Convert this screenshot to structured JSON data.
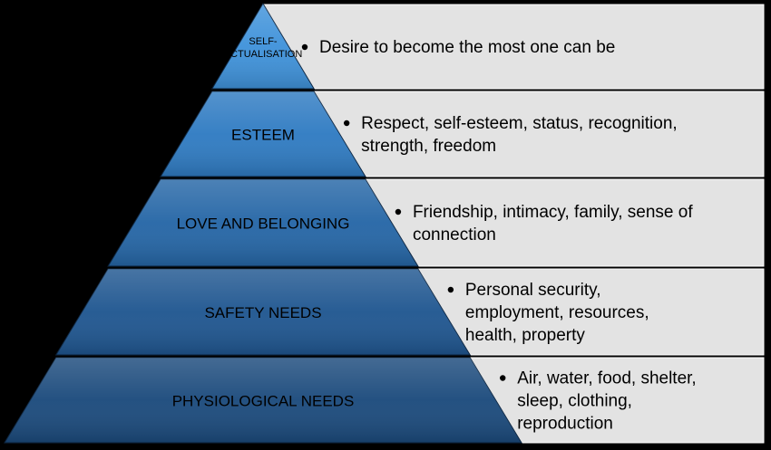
{
  "colors": {
    "background": "#000000",
    "panel_fill": "#e3e3e3",
    "pyramid_top": "#3c8fd8",
    "pyramid_bottom": "#163a63",
    "text": "#000000"
  },
  "tiers": [
    {
      "label_lines": [
        "SELF-",
        "ACTUALISATION"
      ],
      "description_lines": [
        "Desire to become the most one can be"
      ]
    },
    {
      "label_lines": [
        "ESTEEM"
      ],
      "description_lines": [
        "Respect, self-esteem, status, recognition,",
        "strength, freedom"
      ]
    },
    {
      "label_lines": [
        "LOVE AND BELONGING"
      ],
      "description_lines": [
        "Friendship, intimacy, family, sense of",
        "connection"
      ]
    },
    {
      "label_lines": [
        "SAFETY NEEDS"
      ],
      "description_lines": [
        "Personal security,",
        "employment, resources,",
        "health, property"
      ]
    },
    {
      "label_lines": [
        "PHYSIOLOGICAL NEEDS"
      ],
      "description_lines": [
        "Air, water, food, shelter,",
        "sleep, clothing,",
        "reproduction"
      ]
    }
  ]
}
